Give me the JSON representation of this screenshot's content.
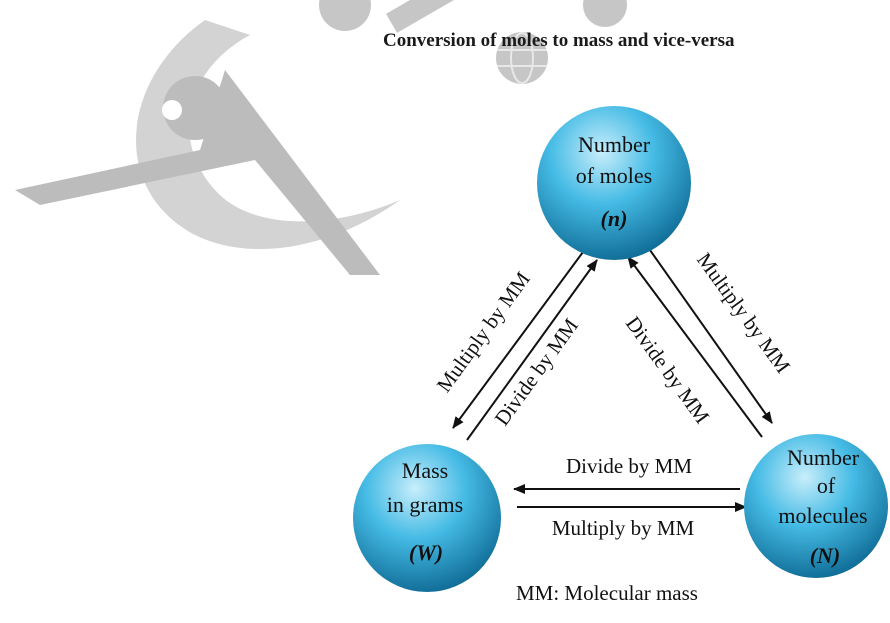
{
  "title": "Conversion of moles to mass and vice-versa",
  "nodes": {
    "moles": {
      "line1": "Number",
      "line2": "of moles",
      "symbol": "(n)"
    },
    "mass": {
      "line1": "Mass",
      "line2": "in grams",
      "symbol": "(W)"
    },
    "molecules": {
      "line1": "Number",
      "line2": "of",
      "line3": "molecules",
      "symbol": "(N)"
    }
  },
  "edges": {
    "moles_to_mass": "Multiply by MM",
    "mass_to_moles": "Divide by MM",
    "molecules_to_moles": "Divide by MM",
    "moles_to_molecules": "Multiply by MM",
    "molecules_to_mass": "Divide by MM",
    "mass_to_molecules": "Multiply by MM"
  },
  "footnote": "MM: Molecular mass",
  "colors": {
    "sphere_light": "#bfeaf8",
    "sphere_mid": "#3fb7e3",
    "sphere_dark": "#0d6d96",
    "watermark": "#c4c4c4"
  }
}
